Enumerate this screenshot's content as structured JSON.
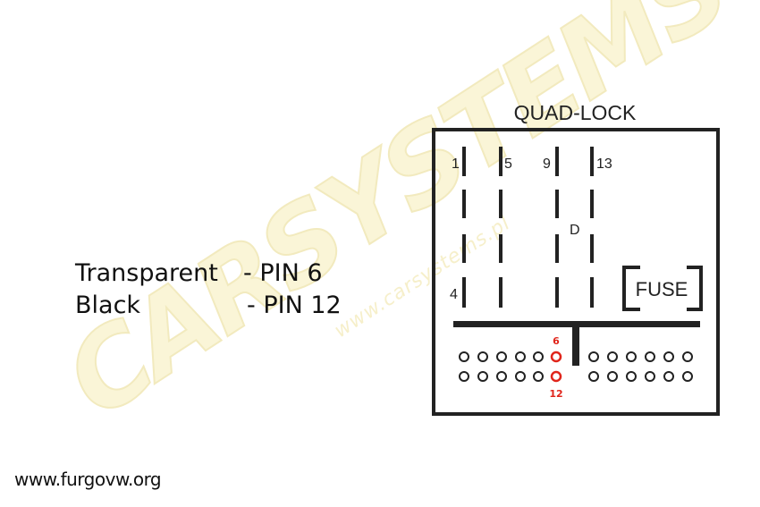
{
  "connector": {
    "title": "QUAD-LOCK",
    "fuse_label": "FUSE",
    "slot_labels": {
      "pin1": "1",
      "pin5": "5",
      "pin9": "9",
      "pin13": "13",
      "pin4": "4",
      "d": "D"
    },
    "highlight": {
      "top_label": "6",
      "bottom_label": "12",
      "color": "#e0251b"
    }
  },
  "legend": {
    "rows": [
      {
        "color": "Transparent",
        "pin": "- PIN 6"
      },
      {
        "color": "Black",
        "pin": "- PIN 12"
      }
    ]
  },
  "watermark": {
    "logo": "CARSYSTEMS",
    "url": "www.carsystems.pl",
    "color": "#f3e7a0"
  },
  "footer": {
    "url": "www.furgovw.org"
  }
}
